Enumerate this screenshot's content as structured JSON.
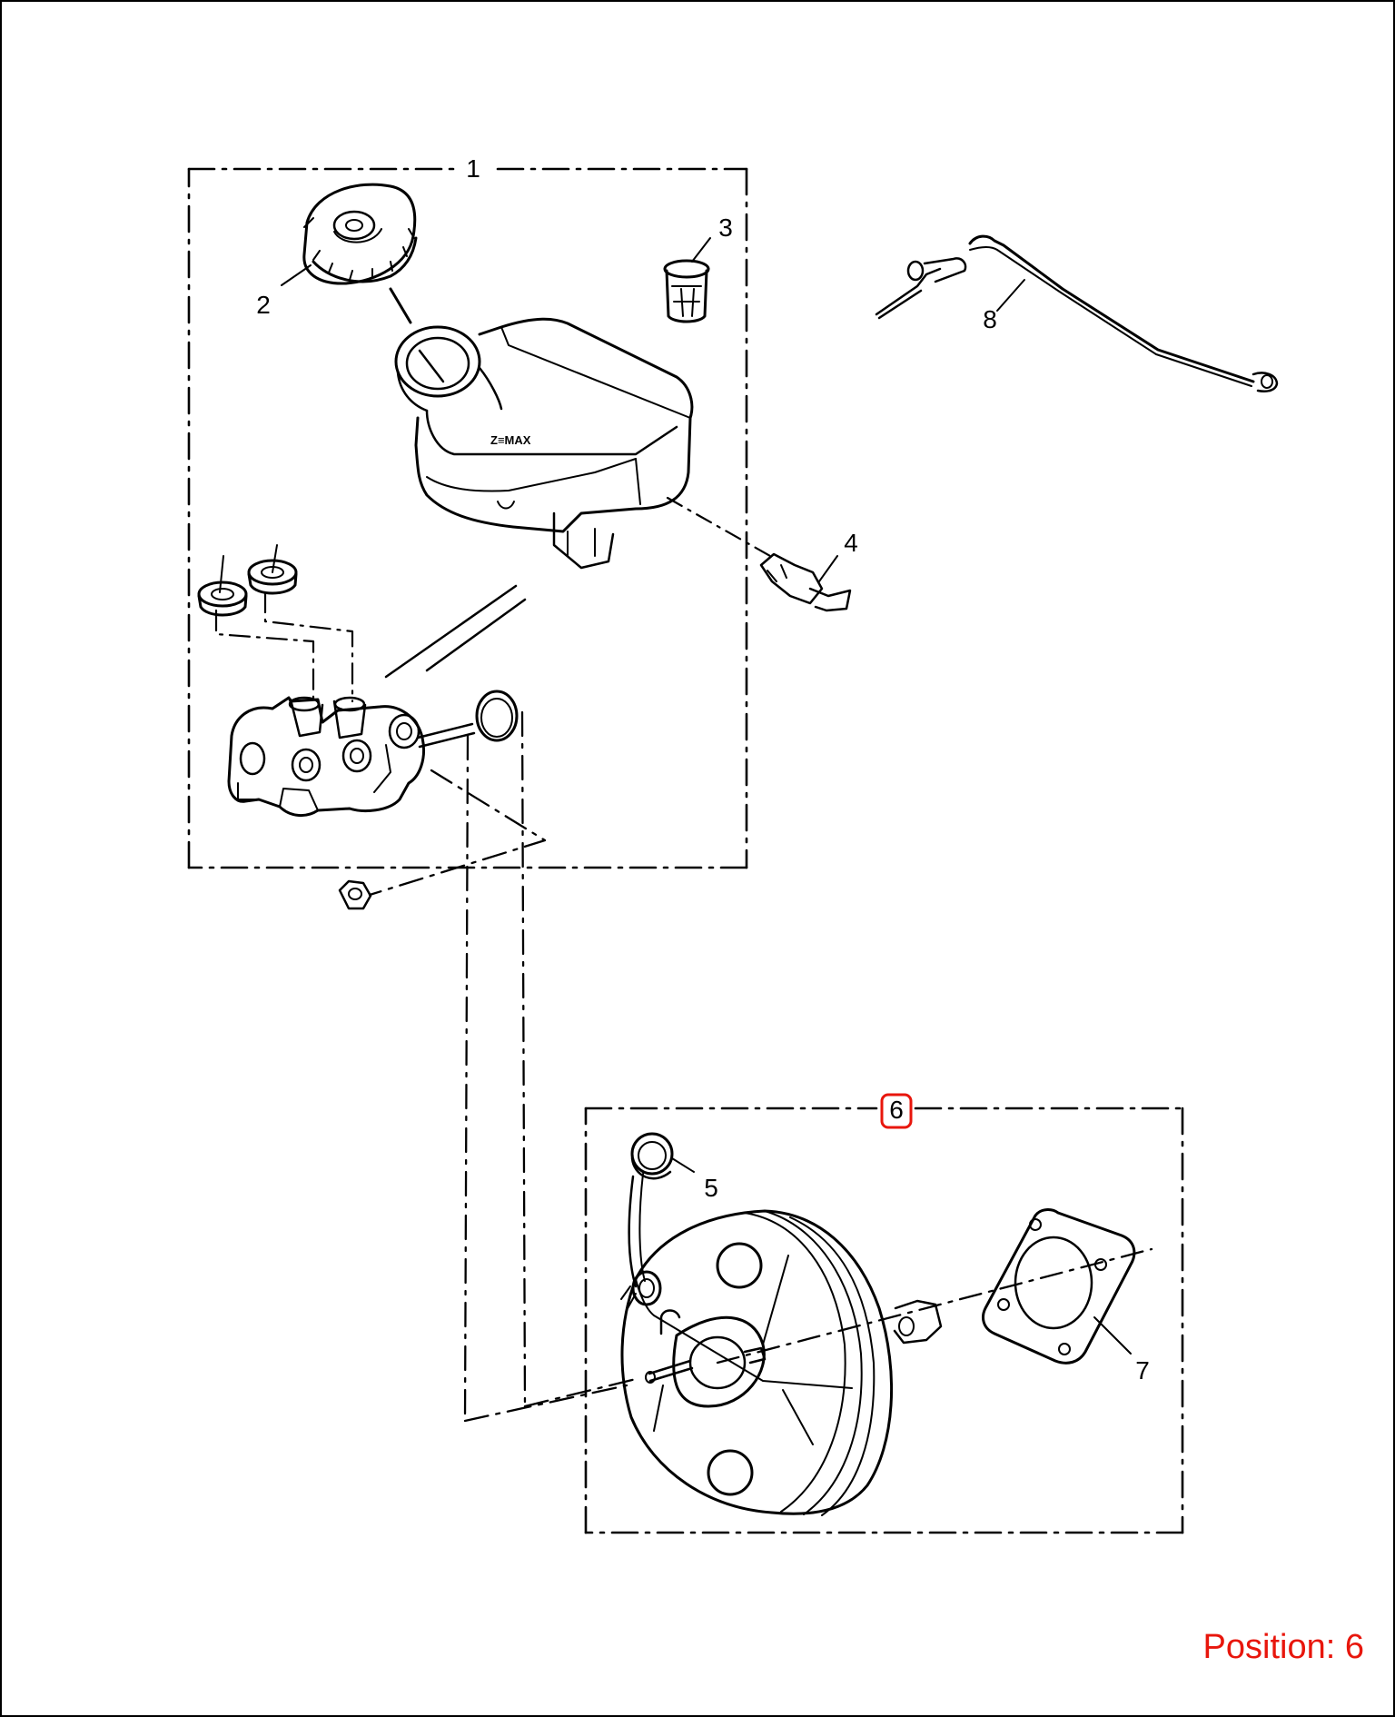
{
  "callouts": {
    "c1": "1",
    "c2": "2",
    "c3": "3",
    "c4": "4",
    "c5": "5",
    "c6": "6",
    "c7": "7",
    "c8": "8"
  },
  "selected_position": {
    "label": "Position:",
    "value": "6"
  },
  "colors": {
    "highlight": "#e8160c",
    "line": "#000000",
    "background": "#ffffff"
  }
}
